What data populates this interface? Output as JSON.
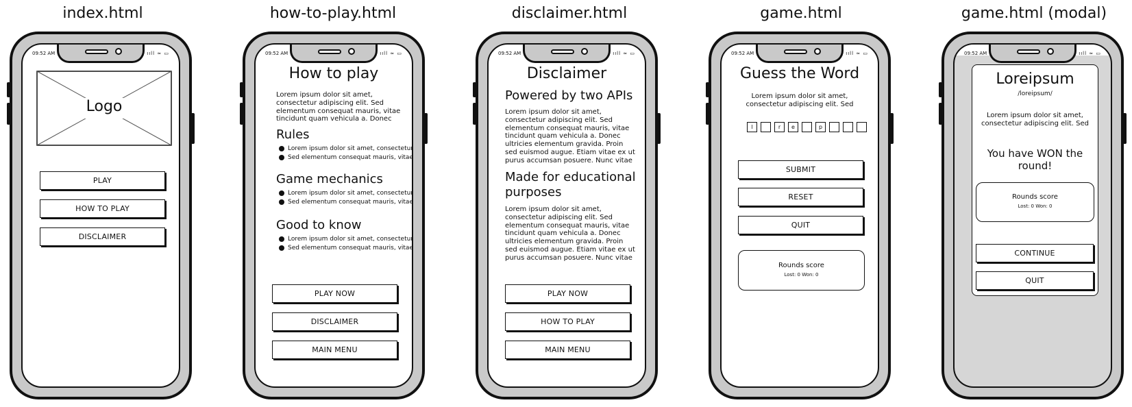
{
  "titles": [
    "index.html",
    "how-to-play.html",
    "disclaimer.html",
    "game.html",
    "game.html (modal)"
  ],
  "status": {
    "time": "09:52 AM",
    "icons": "ııll ≈ ▭"
  },
  "index": {
    "logo_label": "Logo",
    "buttons": [
      "PLAY",
      "HOW TO PLAY",
      "DISCLAIMER"
    ]
  },
  "howto": {
    "title": "How to play",
    "intro": "Lorem ipsum dolor sit amet,\nconsectetur adipiscing elit. Sed\nelementum consequat mauris, vitae\ntincidunt quam vehicula a. Donec",
    "sections": [
      {
        "heading": "Rules",
        "bullets": [
          "Lorem ipsum dolor sit amet, consectetur",
          "Sed elementum consequat mauris, vitae"
        ]
      },
      {
        "heading": "Game mechanics",
        "bullets": [
          "Lorem ipsum dolor sit amet, consectetur",
          "Sed elementum consequat mauris, vitae"
        ]
      },
      {
        "heading": "Good to know",
        "bullets": [
          "Lorem ipsum dolor sit amet, consectetur",
          "Sed elementum consequat mauris, vitae"
        ]
      }
    ],
    "buttons": [
      "PLAY NOW",
      "DISCLAIMER",
      "MAIN MENU"
    ]
  },
  "disclaimer": {
    "title": "Disclaimer",
    "h_apis": "Powered by two APIs",
    "p1": "Lorem ipsum dolor sit amet,\nconsectetur adipiscing elit. Sed\nelementum consequat mauris, vitae\ntincidunt quam vehicula a. Donec\nultricies elementum gravida. Proin\nsed euismod augue. Etiam vitae ex ut\npurus accumsan posuere. Nunc vitae",
    "h_edu": "Made for educational\npurposes",
    "p2": "Lorem ipsum dolor sit amet,\nconsectetur adipiscing elit. Sed\nelementum consequat mauris, vitae\ntincidunt quam vehicula a. Donec\nultricies elementum gravida. Proin\nsed euismod augue. Etiam vitae ex ut\npurus accumsan posuere. Nunc vitae",
    "buttons": [
      "PLAY NOW",
      "HOW TO PLAY",
      "MAIN MENU"
    ]
  },
  "game": {
    "title": "Guess the Word",
    "intro": "Lorem ipsum dolor sit amet,\nconsectetur adipiscing elit. Sed",
    "letters": [
      "l",
      "",
      "r",
      "e",
      "",
      "p",
      "",
      "",
      ""
    ],
    "buttons": [
      "SUBMIT",
      "RESET",
      "QUIT"
    ],
    "score_title": "Rounds score",
    "score_line": "Lost: 0     Won: 0"
  },
  "modal": {
    "title": "Loreipsum",
    "subtitle": "/loreipsum/",
    "intro": "Lorem ipsum dolor sit amet,\nconsectetur adipiscing elit. Sed",
    "won": "You have WON the\nround!",
    "score_title": "Rounds score",
    "score_line": "Lost: 0     Won: 0",
    "buttons": [
      "CONTINUE",
      "QUIT"
    ]
  }
}
